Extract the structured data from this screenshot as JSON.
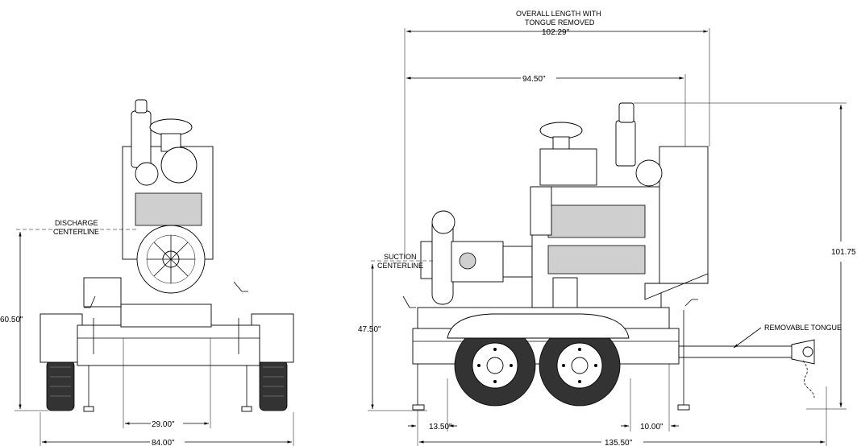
{
  "front_view": {
    "discharge_label_line1": "DISCHARGE",
    "discharge_label_line2": "CENTERLINE",
    "dim_height": "60.50\"",
    "dim_track": "29.00\"",
    "dim_width": "84.00\""
  },
  "side_view": {
    "overall_label_line1": "OVERALL LENGTH WITH",
    "overall_label_line2": "TONGUE REMOVED",
    "dim_overall": "102.29\"",
    "dim_length": "94.50\"",
    "dim_height": "101.75",
    "suction_label_line1": "SUCTION",
    "suction_label_line2": "CENTERLINE",
    "dim_suction_height": "47.50\"",
    "removable_tongue_label": "REMOVABLE TONGUE",
    "dim_front_offset": "13.50\"",
    "dim_rear_offset": "10.00\"",
    "dim_total_length": "135.50\""
  }
}
